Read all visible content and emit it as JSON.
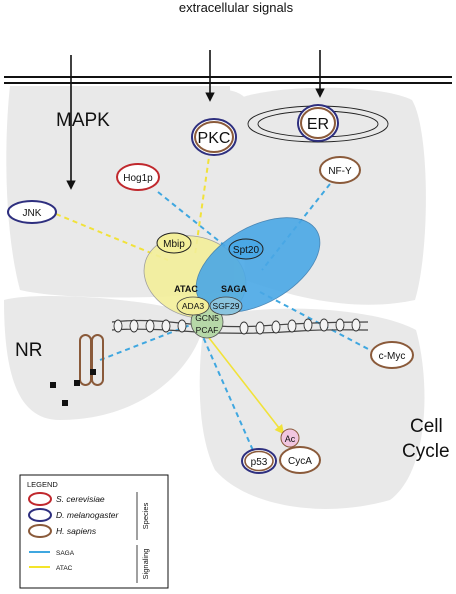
{
  "title": "extracellular signals",
  "regions": {
    "mapk": "MAPK",
    "nr": "NR",
    "cell_cycle_1": "Cell",
    "cell_cycle_2": "Cycle"
  },
  "nodes": {
    "pkc": "PKC",
    "er": "ER",
    "hog1p": "Hog1p",
    "nfy": "NF-Y",
    "jnk": "JNK",
    "mbip": "Mbip",
    "spt20": "Spt20",
    "atac": "ATAC",
    "saga": "SAGA",
    "ada3": "ADA3",
    "sgf29": "SGF29",
    "gcn5": "GCN5",
    "pcaf": "PCAF",
    "cmyc": "c-Myc",
    "p53": "p53",
    "ac": "Ac",
    "cyca": "CycA"
  },
  "legend": {
    "title": "LEGEND",
    "species_label": "Species",
    "signaling_label": "Signaling",
    "species": [
      {
        "name": "S. cerevisiae",
        "color": "#c0282d"
      },
      {
        "name": "D. melanogaster",
        "color": "#2e2f7f"
      },
      {
        "name": "H. sapiens",
        "color": "#8a5a3a"
      }
    ],
    "signaling": [
      {
        "name": "SAGA",
        "color": "#3fa7e0"
      },
      {
        "name": "ATAC",
        "color": "#f4e52a"
      }
    ]
  },
  "colors": {
    "region_fill": "#e8e8e8",
    "saga_fill": "#4aa8e6",
    "atac_fill": "#f3ef9a",
    "core_fill": "#b6d8a8",
    "ac_fill": "#f1c6e0"
  }
}
